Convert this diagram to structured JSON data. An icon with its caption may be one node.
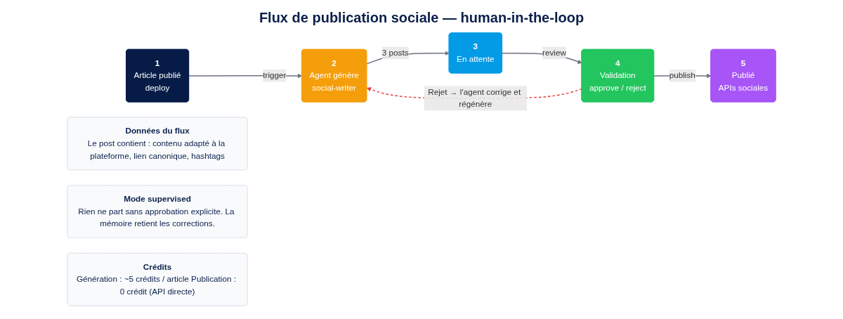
{
  "diagram": {
    "title": "Flux de publication sociale — human-in-the-loop",
    "nodes": [
      {
        "text": [
          "1",
          "Article publié",
          "deploy"
        ]
      },
      {
        "text": [
          "2",
          "Agent génère",
          "social-writer"
        ]
      },
      {
        "text": [
          "3",
          "En attente"
        ]
      },
      {
        "text": [
          "4",
          "Validation",
          "approve / reject"
        ]
      },
      {
        "text": [
          "5",
          "Publié",
          "APIs sociales"
        ]
      },
      {
        "text": [
          "Données du flux",
          "Le post contient : contenu adapté à la plateforme, lien canonique, hashtags"
        ]
      },
      {
        "text": [
          "Mode supervised",
          "Rien ne part sans approbation explicite. La mémoire retient les corrections."
        ]
      },
      {
        "text": [
          "Crédits",
          "Génération : ~5 crédits / article Publication : 0 crédit (API directe)"
        ]
      }
    ],
    "edges": [
      {
        "from": 0,
        "to": 1,
        "arrow": "to",
        "label": "trigger"
      },
      {
        "from": 1,
        "to": 2,
        "arrow": "to",
        "label": "3 posts"
      },
      {
        "from": 2,
        "to": 3,
        "arrow": "to",
        "label": "review"
      },
      {
        "from": 3,
        "to": 4,
        "arrow": "to",
        "label": "publish"
      },
      {
        "from": 3,
        "to": 1,
        "arrow": "to",
        "label": "Rejet → l'agent corrige et régénère",
        "style": "dashed",
        "color": "#e53e3e"
      }
    ]
  }
}
